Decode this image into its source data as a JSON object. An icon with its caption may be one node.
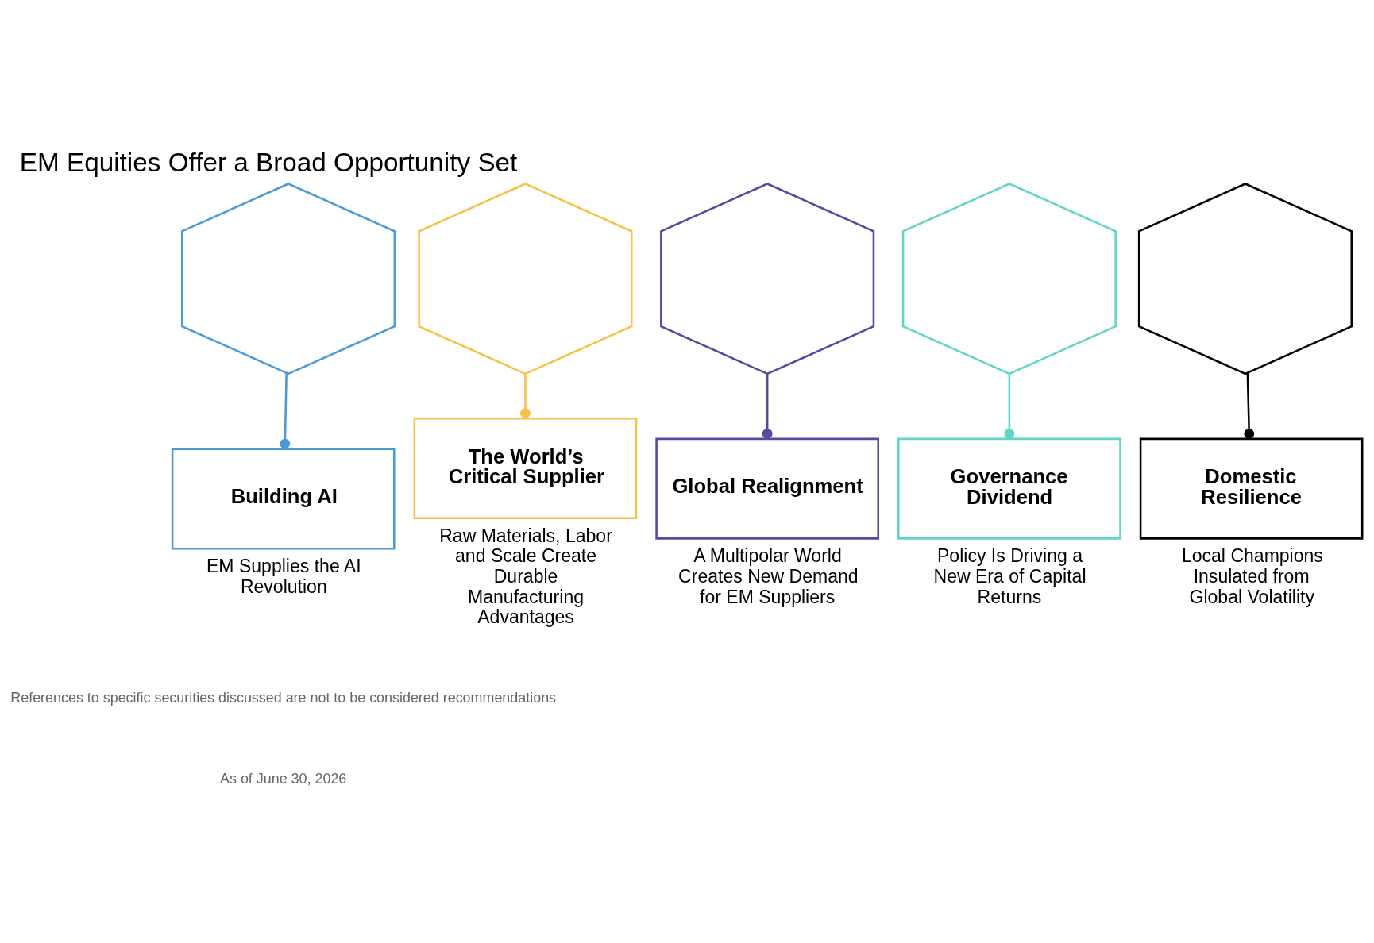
{
  "diagram": {
    "title": "EM Equities Offer a Broad Opportunity Set",
    "nodes": [
      {
        "text": [],
        "shape": "hexagon"
      },
      {
        "text": [],
        "shape": "hexagon"
      },
      {
        "text": [],
        "shape": "hexagon"
      },
      {
        "text": [],
        "shape": "hexagon"
      },
      {
        "text": [],
        "shape": "hexagon"
      },
      {
        "text": [
          "Building AI"
        ],
        "beside": [
          "EM Supplies the AI Revolution"
        ]
      },
      {
        "text": [
          "The World’s Critical Supplier"
        ],
        "beside": [
          "Raw Materials, Labor and Scale Create Durable Manufacturing Advantages"
        ]
      },
      {
        "text": [
          "Global Realignment"
        ],
        "beside": [
          "A Multipolar World Creates New Demand for EM Suppliers"
        ]
      },
      {
        "text": [
          "Governance Dividend"
        ],
        "beside": [
          "Policy Is Driving a New Era of Capital Returns"
        ]
      },
      {
        "text": [
          "Domestic Resilience"
        ],
        "beside": [
          "Local Champions Insulated from Global Volatility"
        ]
      }
    ],
    "edges": [
      {
        "from": 0,
        "to": 5,
        "arrow": "other",
        "color": "#4a9ad6"
      },
      {
        "from": 1,
        "to": 6,
        "arrow": "other",
        "color": "#f5c244"
      },
      {
        "from": 2,
        "to": 7,
        "arrow": "other",
        "color": "#5a47a0"
      },
      {
        "from": 3,
        "to": 8,
        "arrow": "other",
        "color": "#62d6c6"
      },
      {
        "from": 4,
        "to": 9,
        "arrow": "other",
        "color": "#000000"
      }
    ],
    "labels": [
      "References to specific securities discussed are not to be considered recommendations",
      "As of June 30, 2026"
    ]
  }
}
